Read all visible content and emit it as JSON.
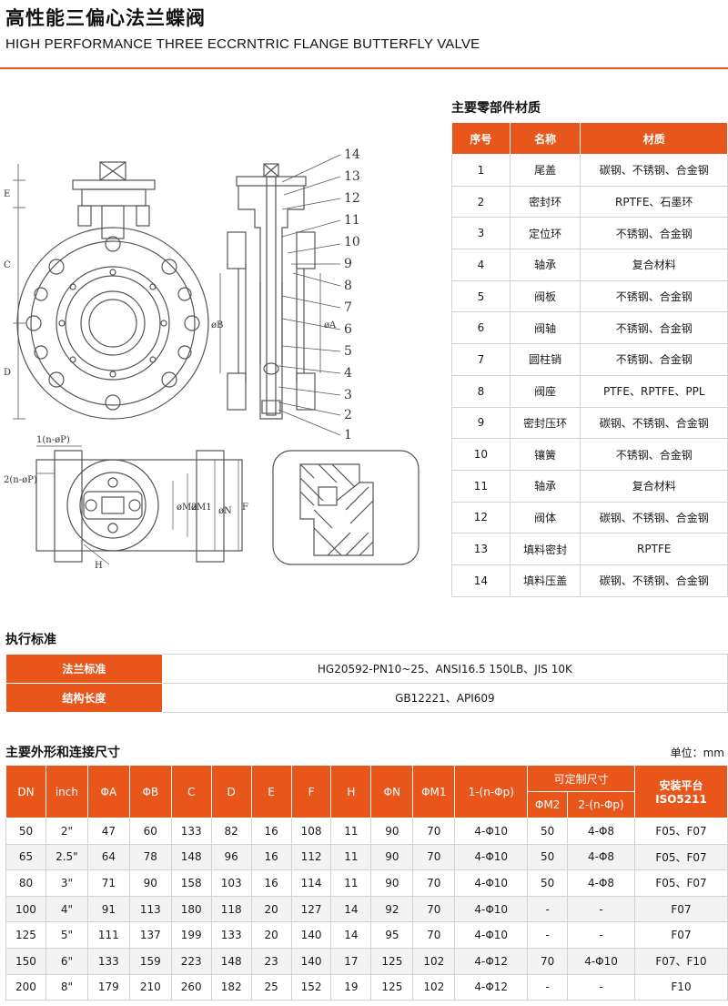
{
  "header": {
    "title_zh": "高性能三偏心法兰蝶阀",
    "title_en": "HIGH PERFORMANCE THREE ECCRNTRIC FLANGE BUTTERFLY VALVE"
  },
  "drawing": {
    "callouts": [
      "14",
      "13",
      "12",
      "11",
      "10",
      "9",
      "8",
      "7",
      "6",
      "5",
      "4",
      "3",
      "2",
      "1"
    ],
    "dim_labels": {
      "E": "E",
      "C": "C",
      "D": "D",
      "phiB": "øB",
      "phiA": "øA",
      "hole1": "1(n-øP)",
      "hole2": "2(n-øP)",
      "phiM2": "øM2",
      "phiM1": "øM1",
      "phiN": "øN",
      "F": "F",
      "H": "H"
    }
  },
  "parts": {
    "section_title": "主要零部件材质",
    "headers": [
      "序号",
      "名称",
      "材质"
    ],
    "rows": [
      [
        "1",
        "尾盖",
        "碳钢、不锈钢、合金钢"
      ],
      [
        "2",
        "密封环",
        "RPTFE、石墨环"
      ],
      [
        "3",
        "定位环",
        "不锈钢、合金钢"
      ],
      [
        "4",
        "轴承",
        "复合材料"
      ],
      [
        "5",
        "阀板",
        "不锈钢、合金钢"
      ],
      [
        "6",
        "阀轴",
        "不锈钢、合金钢"
      ],
      [
        "7",
        "圆柱销",
        "不锈钢、合金钢"
      ],
      [
        "8",
        "阀座",
        "PTFE、RPTFE、PPL"
      ],
      [
        "9",
        "密封压环",
        "碳钢、不锈钢、合金钢"
      ],
      [
        "10",
        "镶簧",
        "不锈钢、合金钢"
      ],
      [
        "11",
        "轴承",
        "复合材料"
      ],
      [
        "12",
        "阀体",
        "碳钢、不锈钢、合金钢"
      ],
      [
        "13",
        "填料密封",
        "RPTFE"
      ],
      [
        "14",
        "填料压盖",
        "碳钢、不锈钢、合金钢"
      ]
    ]
  },
  "standards": {
    "section_title": "执行标准",
    "rows": [
      [
        "法兰标准",
        "HG20592-PN10~25、ANSI16.5 150LB、JIS 10K"
      ],
      [
        "结构长度",
        "GB12221、API609"
      ]
    ]
  },
  "dimensions": {
    "section_title": "主要外形和连接尺寸",
    "unit": "单位：mm",
    "headers": [
      "DN",
      "inch",
      "ΦA",
      "ΦB",
      "C",
      "D",
      "E",
      "F",
      "H",
      "ΦN",
      "ΦM1",
      "1-(n-Φp)"
    ],
    "group_header": "可定制尺寸",
    "sub_headers": [
      "ΦM2",
      "2-(n-Φp)"
    ],
    "platform_header_1": "安装平台",
    "platform_header_2": "ISO5211",
    "rows": [
      [
        "50",
        "2\"",
        "47",
        "60",
        "133",
        "82",
        "16",
        "108",
        "11",
        "90",
        "70",
        "4-Φ10",
        "50",
        "4-Φ8",
        "F05、F07"
      ],
      [
        "65",
        "2.5\"",
        "64",
        "78",
        "148",
        "96",
        "16",
        "112",
        "11",
        "90",
        "70",
        "4-Φ10",
        "50",
        "4-Φ8",
        "F05、F07"
      ],
      [
        "80",
        "3\"",
        "71",
        "90",
        "158",
        "103",
        "16",
        "114",
        "11",
        "90",
        "70",
        "4-Φ10",
        "50",
        "4-Φ8",
        "F05、F07"
      ],
      [
        "100",
        "4\"",
        "91",
        "113",
        "180",
        "118",
        "20",
        "127",
        "14",
        "92",
        "70",
        "4-Φ10",
        "-",
        "-",
        "F07"
      ],
      [
        "125",
        "5\"",
        "111",
        "137",
        "199",
        "133",
        "20",
        "140",
        "14",
        "95",
        "70",
        "4-Φ10",
        "-",
        "-",
        "F07"
      ],
      [
        "150",
        "6\"",
        "133",
        "159",
        "223",
        "148",
        "23",
        "140",
        "17",
        "125",
        "102",
        "4-Φ12",
        "70",
        "4-Φ10",
        "F07、F10"
      ],
      [
        "200",
        "8\"",
        "179",
        "210",
        "260",
        "182",
        "25",
        "152",
        "19",
        "125",
        "102",
        "4-Φ12",
        "-",
        "-",
        "F10"
      ]
    ]
  },
  "colors": {
    "accent": "#e8561c",
    "drawing": "#555555"
  }
}
